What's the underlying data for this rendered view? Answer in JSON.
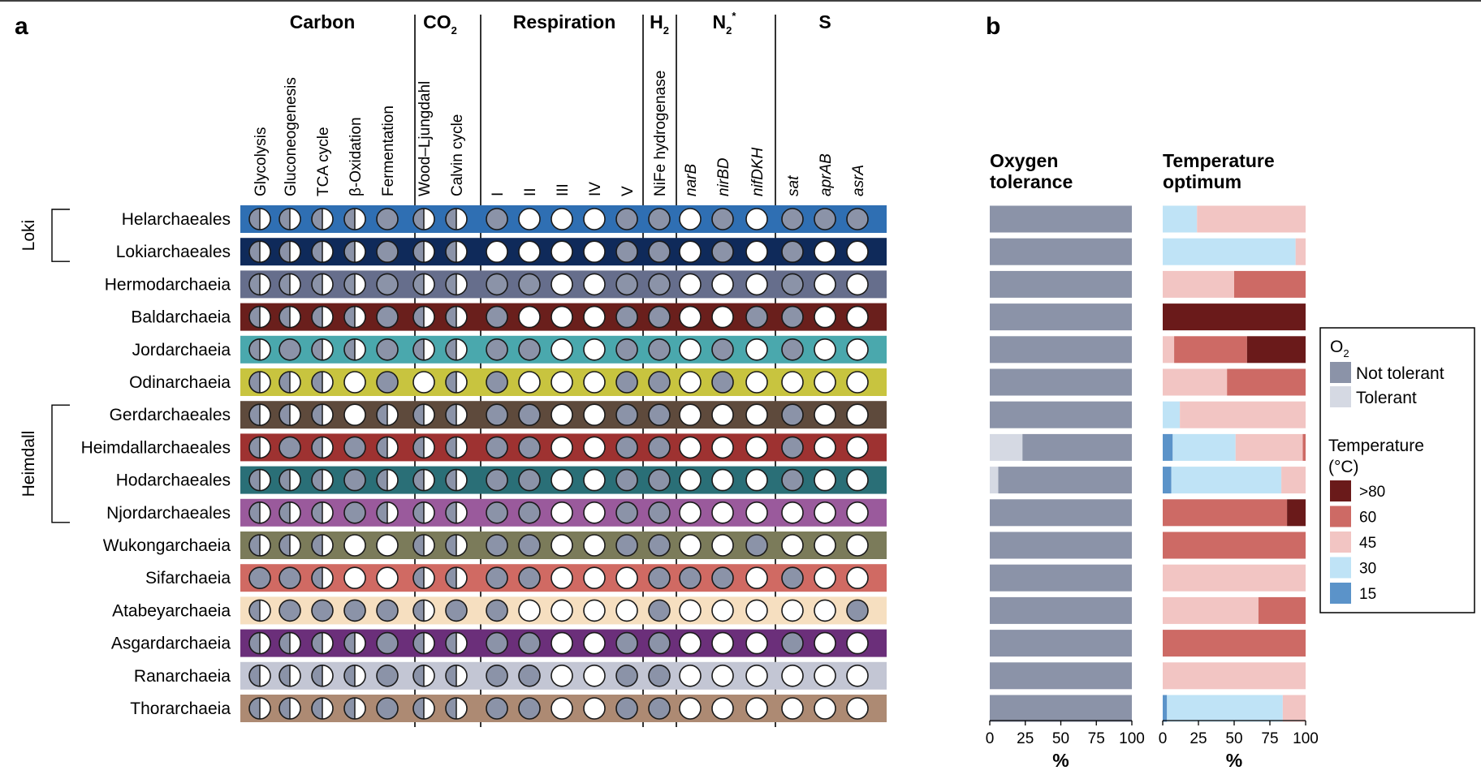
{
  "panel_a_label": "a",
  "panel_b_label": "b",
  "groups": [
    {
      "label": "Carbon",
      "sub": ""
    },
    {
      "label": "CO",
      "sub": "2"
    },
    {
      "label": "Respiration",
      "sub": ""
    },
    {
      "label": "H",
      "sub": "2"
    },
    {
      "label": "N",
      "sub": "2",
      "sup": "*"
    },
    {
      "label": "S",
      "sub": ""
    }
  ],
  "columns": [
    "Glycolysis",
    "Gluconeogenesis",
    "TCA cycle",
    "β-Oxidation",
    "Fermentation",
    "Wood–Ljungdahl",
    "Calvin cycle",
    "I",
    "II",
    "III",
    "IV",
    "V",
    "NiFe hydrogenase",
    "narB",
    "nirBD",
    "nifDKH",
    "sat",
    "aprAB",
    "asrA"
  ],
  "italic_columns": [
    13,
    14,
    15,
    16,
    17,
    18
  ],
  "clades": [
    {
      "label": "Loki"
    },
    {
      "label": "Heimdall"
    }
  ],
  "rows": [
    {
      "name": "Helarchaeales",
      "color": "#2f6fb3",
      "states": "HHHHGHHGWWWGGWGWGGG"
    },
    {
      "name": "Lokiarchaeales",
      "color": "#0f2a5a",
      "states": "HHHHGHHWWWWGGWGWGWW"
    },
    {
      "name": "Hermodarchaeia",
      "color": "#666e8c",
      "states": "HHHHGHHGGWWGGWWWGWW"
    },
    {
      "name": "Baldarchaeia",
      "color": "#6a1f1c",
      "states": "HHHHGHHGWWWGGWWGGWW"
    },
    {
      "name": "Jordarchaeia",
      "color": "#4aa8ad",
      "states": "HGHHGHHGGWWGGWGWGWW"
    },
    {
      "name": "Odinarchaeia",
      "color": "#c8c43f",
      "states": "HHHWGWHGWWWGGWGWWWW"
    },
    {
      "name": "Gerdarchaeales",
      "color": "#5e4a3c",
      "states": "HHHWHHHGGWWGGWWWGWW"
    },
    {
      "name": "Heimdallarchaeales",
      "color": "#9e3231",
      "states": "HGHGHHHGGWWGGWWWGWW"
    },
    {
      "name": "Hodarchaeales",
      "color": "#2a6f77",
      "states": "HHHGHHHGGWWGGWWWGWW"
    },
    {
      "name": "Njordarchaeales",
      "color": "#9a5a9c",
      "states": "HHHGHHHGGWWGGWWWWWW"
    },
    {
      "name": "Wukongarchaeia",
      "color": "#7b7b5a",
      "states": "HHHWWHHGGWWGGWWGWWW"
    },
    {
      "name": "Sifarchaeia",
      "color": "#d06a63",
      "states": "GGHWWHHGGWWWGGGWGWW"
    },
    {
      "name": "Atabeyarchaeia",
      "color": "#f6dfc0",
      "states": "HGGGGHGGWWWWGWWWWWG"
    },
    {
      "name": "Asgardarchaeia",
      "color": "#6b2f7a",
      "states": "HHHHGHHGGWWGGWWWGWW"
    },
    {
      "name": "Ranarchaeia",
      "color": "#c3c6d4",
      "states": "HHHHGHHGGWWGGWWWWWW"
    },
    {
      "name": "Thorarchaeia",
      "color": "#ad8a73",
      "states": "HHHHGHHGGWWGGWWWWWW"
    }
  ],
  "circle_colors": {
    "filled": "#8b93a8",
    "empty": "#ffffff",
    "outline": "#1a1a1a"
  },
  "chart_data": [
    {
      "type": "bar",
      "orientation": "horizontal",
      "stacked": true,
      "title": "Oxygen tolerance",
      "xlabel": "%",
      "xlim": [
        0,
        100
      ],
      "xticks": [
        "0",
        "25",
        "50",
        "75",
        "100"
      ],
      "categories": [
        "Helarchaeales",
        "Lokiarchaeales",
        "Hermodarchaeia",
        "Baldarchaeia",
        "Jordarchaeia",
        "Odinarchaeia",
        "Gerdarchaeales",
        "Heimdallarchaeales",
        "Hodarchaeales",
        "Njordarchaeales",
        "Wukongarchaeia",
        "Sifarchaeia",
        "Atabeyarchaeia",
        "Asgardarchaeia",
        "Ranarchaeia",
        "Thorarchaeia"
      ],
      "series": [
        {
          "name": "Tolerant",
          "color": "#d5d9e3",
          "values": [
            0,
            0,
            0,
            0,
            0,
            0,
            0,
            23,
            6,
            0,
            0,
            0,
            0,
            0,
            0,
            0
          ]
        },
        {
          "name": "Not tolerant",
          "color": "#8b93a8",
          "values": [
            100,
            100,
            100,
            100,
            100,
            100,
            100,
            77,
            94,
            100,
            100,
            100,
            100,
            100,
            100,
            100
          ]
        }
      ]
    },
    {
      "type": "bar",
      "orientation": "horizontal",
      "stacked": true,
      "title": "Temperature optimum",
      "xlabel": "%",
      "xlim": [
        0,
        100
      ],
      "xticks": [
        "0",
        "25",
        "50",
        "75",
        "100"
      ],
      "categories": [
        "Helarchaeales",
        "Lokiarchaeales",
        "Hermodarchaeia",
        "Baldarchaeia",
        "Jordarchaeia",
        "Odinarchaeia",
        "Gerdarchaeales",
        "Heimdallarchaeales",
        "Hodarchaeales",
        "Njordarchaeales",
        "Wukongarchaeia",
        "Sifarchaeia",
        "Atabeyarchaeia",
        "Asgardarchaeia",
        "Ranarchaeia",
        "Thorarchaeia"
      ],
      "series": [
        {
          "name": "15",
          "color": "#5b93c9",
          "values": [
            0,
            0,
            0,
            0,
            0,
            0,
            0,
            7,
            6,
            0,
            0,
            0,
            0,
            0,
            0,
            3
          ]
        },
        {
          "name": "30",
          "color": "#bfe3f6",
          "values": [
            24,
            93,
            0,
            0,
            0,
            0,
            12,
            44,
            77,
            0,
            0,
            0,
            0,
            0,
            0,
            81
          ]
        },
        {
          "name": "45",
          "color": "#f2c5c3",
          "values": [
            76,
            7,
            50,
            0,
            8,
            45,
            88,
            47,
            17,
            0,
            0,
            100,
            67,
            0,
            100,
            16
          ]
        },
        {
          "name": "60",
          "color": "#cd6a65",
          "values": [
            0,
            0,
            50,
            0,
            51,
            55,
            0,
            2,
            0,
            87,
            100,
            0,
            33,
            100,
            0,
            0
          ]
        },
        {
          "name": ">80",
          "color": "#6a1a1a",
          "values": [
            0,
            0,
            0,
            100,
            41,
            0,
            0,
            0,
            0,
            13,
            0,
            0,
            0,
            0,
            0,
            0
          ]
        }
      ]
    }
  ],
  "legend": {
    "o2_title": "O",
    "o2_sub": "2",
    "o2_items": [
      {
        "label": "Not tolerant",
        "color": "#8b93a8"
      },
      {
        "label": "Tolerant",
        "color": "#d5d9e3"
      }
    ],
    "temp_title_line1": "Temperature",
    "temp_title_line2": "(°C)",
    "temp_items": [
      {
        "label": ">80",
        "color": "#6a1a1a"
      },
      {
        "label": "60",
        "color": "#cd6a65"
      },
      {
        "label": "45",
        "color": "#f2c5c3"
      },
      {
        "label": "30",
        "color": "#bfe3f6"
      },
      {
        "label": "15",
        "color": "#5b93c9"
      }
    ]
  }
}
